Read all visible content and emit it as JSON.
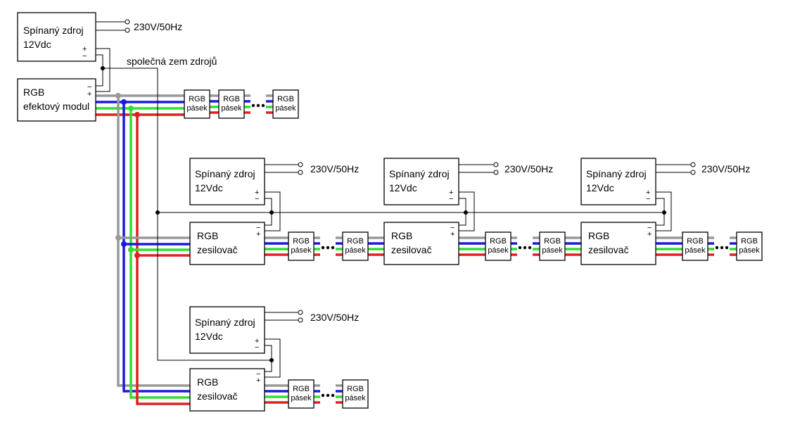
{
  "psu": {
    "line1": "Spínaný zdroj",
    "line2": "12Vdc",
    "mains_label": "230V/50Hz",
    "plus_sign": "+",
    "minus_sign": "−"
  },
  "effect_module": {
    "line1": "RGB",
    "line2": "efektový modul"
  },
  "amplifier": {
    "line1": "RGB",
    "line2": "zesilovač"
  },
  "strip": {
    "line1": "RGB",
    "line2": "pásek"
  },
  "common_ground_label": "společná zem zdrojů",
  "colors": {
    "gray": "#999999",
    "blue": "#1a1adf",
    "green": "#33dd33",
    "red": "#e02020",
    "black": "#000000"
  }
}
